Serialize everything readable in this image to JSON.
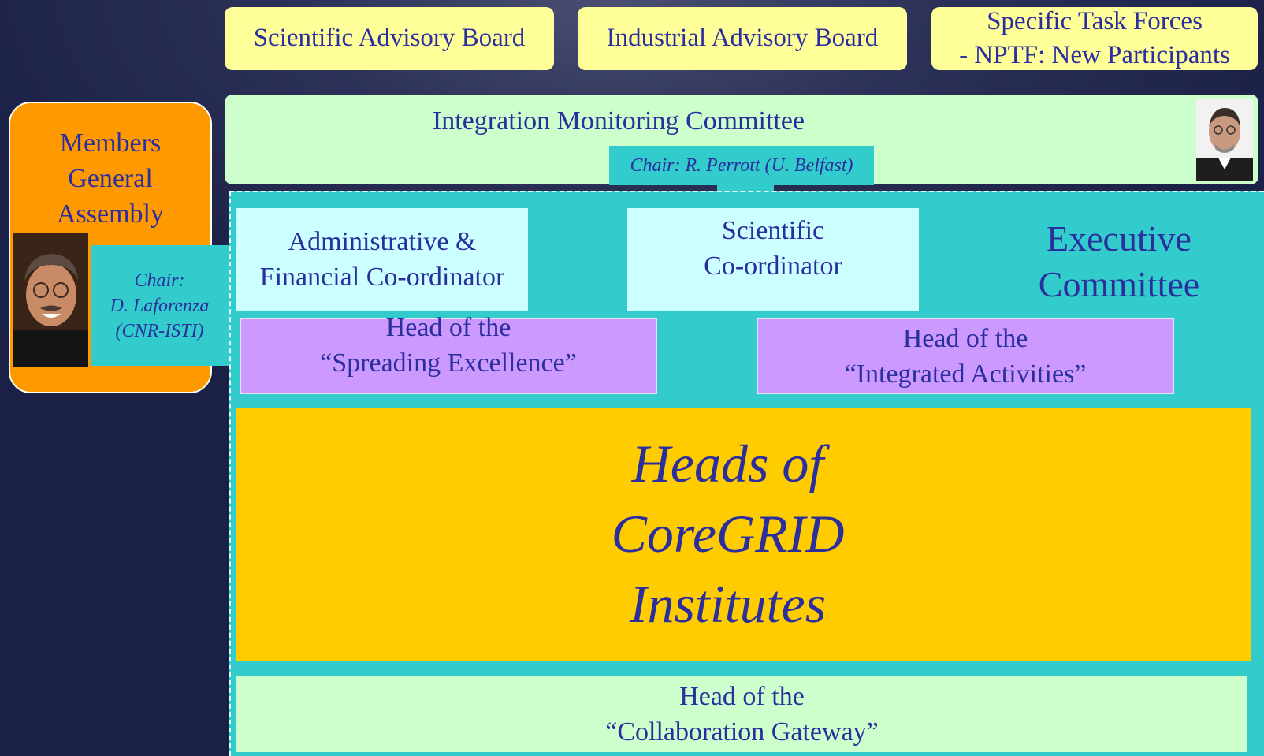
{
  "boards": {
    "scientific": "Scientific Advisory Board",
    "industrial": "Industrial Advisory Board",
    "task_forces": [
      "Specific Task Forces",
      "- NPTF: New Participants"
    ]
  },
  "integration": {
    "title": "Integration Monitoring Committee",
    "chair": "Chair: R. Perrott (U. Belfast)"
  },
  "general_assembly": {
    "title": [
      "Members",
      "General",
      "Assembly"
    ],
    "chair": [
      "Chair:",
      "D. Laforenza",
      "(CNR-ISTI)"
    ]
  },
  "executive": {
    "title": [
      "Executive",
      "Committee"
    ],
    "admin": [
      "Administrative &",
      "Financial Co-ordinator"
    ],
    "scientific": [
      "Scientific",
      "Co-ordinator"
    ],
    "spreading": [
      "Head of the",
      "“Spreading Excellence”"
    ],
    "integrated": [
      "Head of the",
      "“Integrated Activities”"
    ]
  },
  "institutes": [
    "Heads of",
    "CoreGRID",
    "Institutes"
  ],
  "gateway": [
    "Head of the",
    "“Collaboration Gateway”"
  ],
  "colors": {
    "background": "#1b2046",
    "text": "#2b2f9e",
    "board": "#ffff99",
    "committee_green": "#ccffcc",
    "teal": "#33cccc",
    "light_cyan": "#ccffff",
    "orange": "#ff9900",
    "purple": "#cc99ff",
    "gold": "#ffcc00"
  }
}
